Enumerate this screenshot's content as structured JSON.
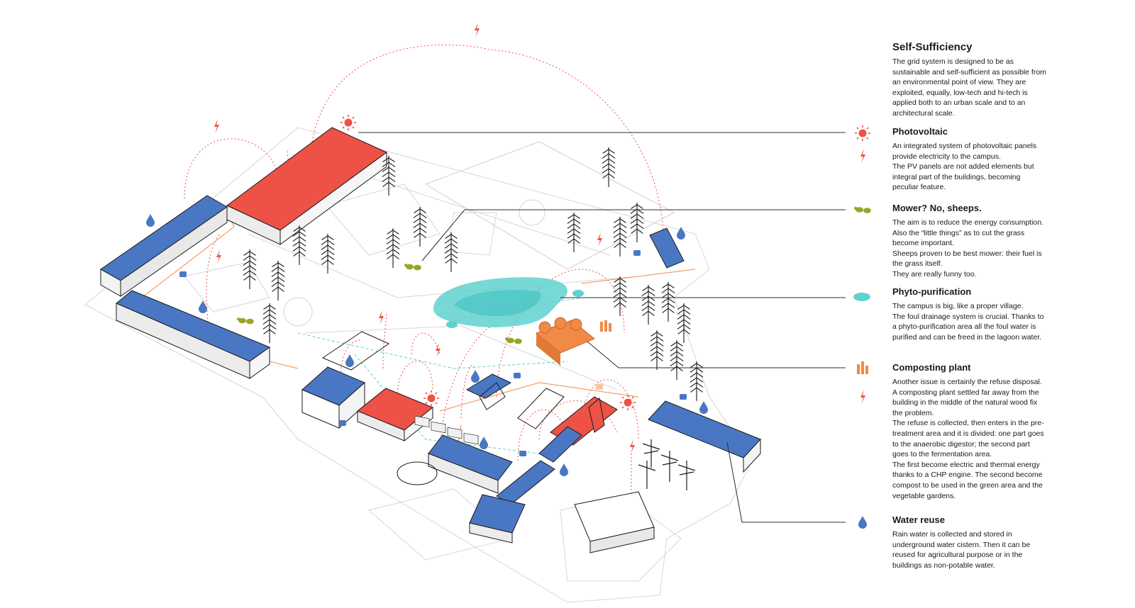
{
  "palette": {
    "pv": "#ee5247",
    "water": "#4a77c4",
    "pond": "#5fd1cf",
    "compost": "#f08a45",
    "sheep": "#9aa327",
    "line": "#2b2b2b"
  },
  "legend": {
    "title": "Self-Sufficiency",
    "intro": "The grid system is designed to be as sustainable and self-sufficient as possible from an environmental point of view. They are exploited, equally, low-tech and hi-tech is applied both to an urban scale and to an architectural scale.",
    "sections": [
      {
        "icon": "sun-icon",
        "heading": "Photovoltaic",
        "body": [
          "An integrated system of photovoltaic panels provide electricity to the campus.",
          "The PV panels are not added elements but integral part of the buildings, becoming peculiar feature."
        ]
      },
      {
        "icon": "sheep-icon",
        "heading": "Mower? No, sheeps.",
        "body": [
          "The aim is to reduce the energy consumption. Also the “little things” as to cut the grass become important.",
          "Sheeps proven to be best mower: their fuel is the grass itself.",
          "They are really funny too."
        ]
      },
      {
        "icon": "pond-icon",
        "heading": "Phyto-purification",
        "body": [
          "The campus is big, like a proper village.",
          "The foul drainage system is crucial. Thanks to a phyto-purification area all the foul water is purified and can be freed in the lagoon water."
        ]
      },
      {
        "icon": "compost-icon",
        "heading": "Composting plant",
        "body": [
          "Another issue is certainly the refuse disposal. A composting plant settled far away from the building in the middle of the natural wood fix the problem.",
          "The refuse is collected, then enters in the pre-treatment area and it is divided: one part goes to the anaerobic digestor; the second part goes to the fermentation area.",
          "The first become electric and thermal energy thanks to a CHP engine. The second become compost to be used in the green area and the vegetable gardens."
        ]
      },
      {
        "icon": "water-drop-icon",
        "heading": "Water reuse",
        "body": [
          "Rain water is collected and stored in underground water cistern. Then it can be reused for agricultural purpose or in the buildings as non-potable water."
        ]
      }
    ]
  }
}
